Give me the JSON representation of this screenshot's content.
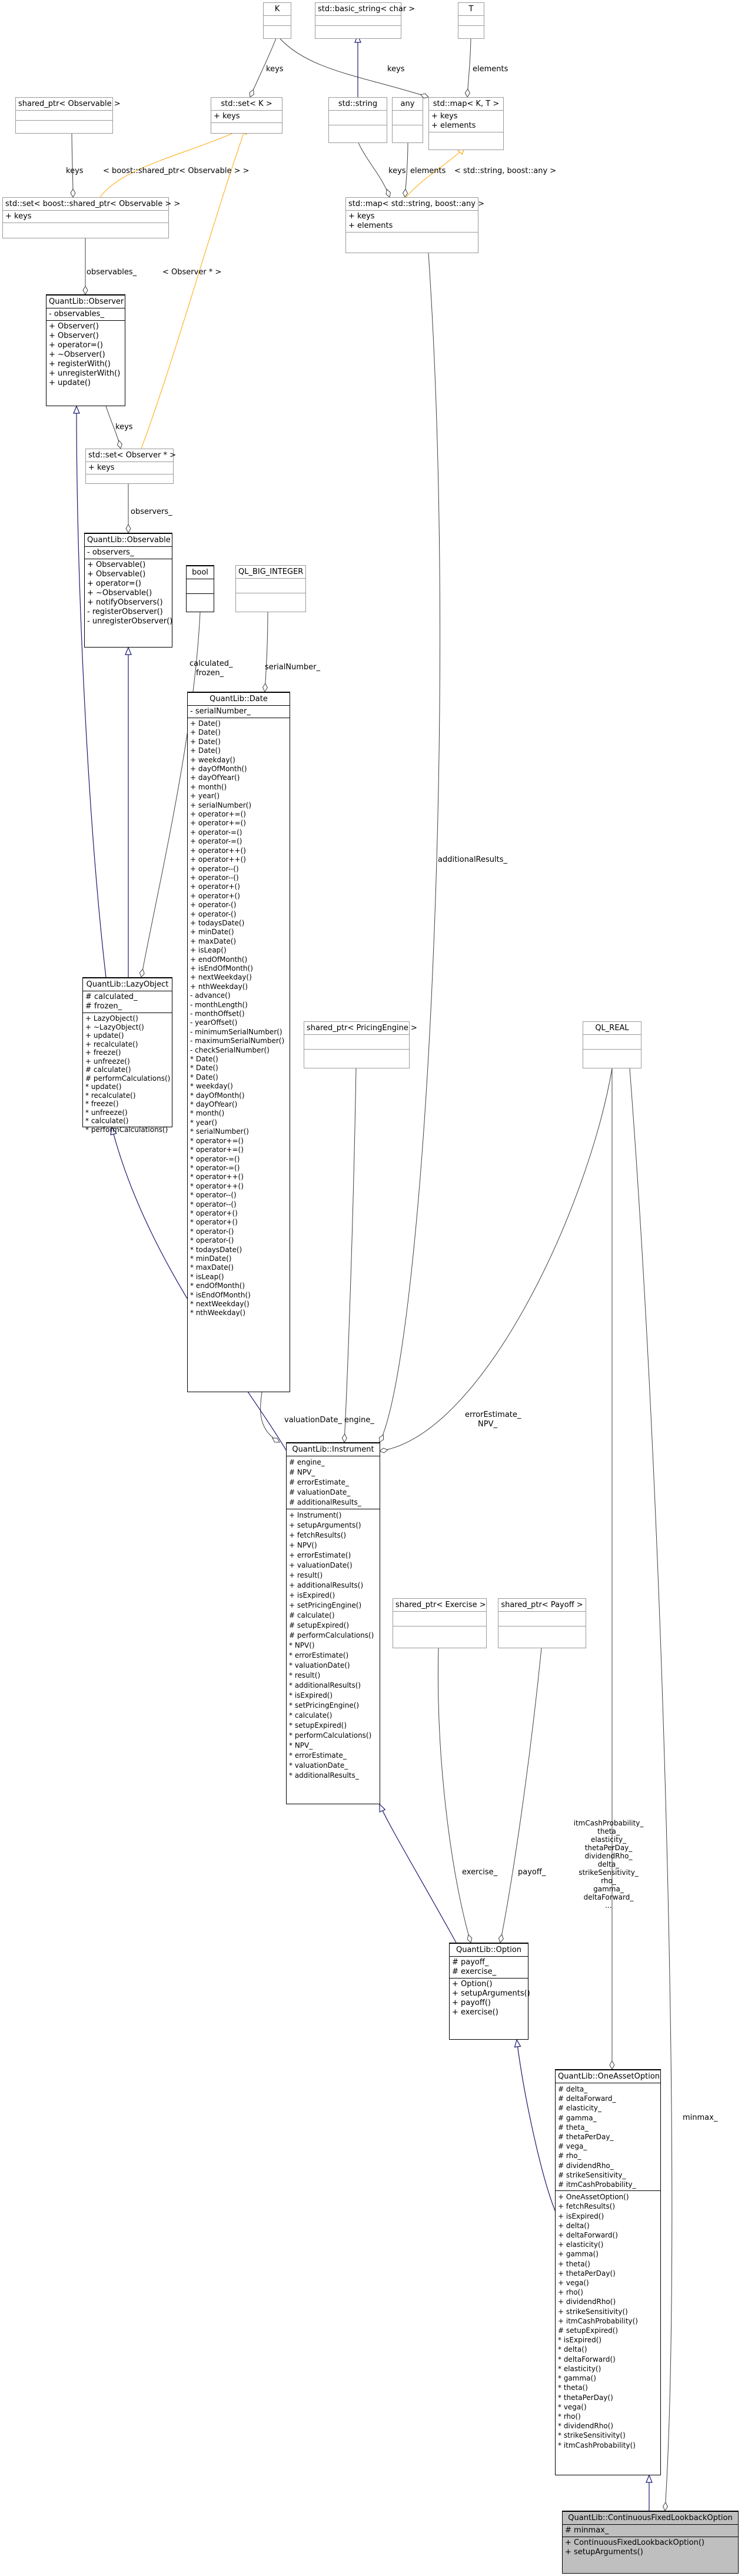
{
  "classes": {
    "K": {
      "title": "K",
      "attributes": [],
      "methods": []
    },
    "basic_string": {
      "title": "std::basic_string< char >",
      "attributes": [],
      "methods": []
    },
    "T": {
      "title": "T",
      "attributes": [],
      "methods": []
    },
    "shared_ptr_observable": {
      "title": "shared_ptr< Observable >",
      "attributes": [],
      "methods": []
    },
    "set_k": {
      "title": "std::set< K >",
      "attributes": [
        "+ keys"
      ],
      "methods": []
    },
    "std_string": {
      "title": "std::string",
      "attributes": [],
      "methods": []
    },
    "any": {
      "title": "any",
      "attributes": [],
      "methods": []
    },
    "map_k_t": {
      "title": "std::map< K, T >",
      "attributes": [
        "+ keys",
        "+ elements"
      ],
      "methods": []
    },
    "set_shared_observable": {
      "title": "std::set< boost::shared_ptr< Observable > >",
      "attributes": [
        "+ keys"
      ],
      "methods": []
    },
    "map_string_any": {
      "title": "std::map< std::string, boost::any >",
      "attributes": [
        "+ keys",
        "+ elements"
      ],
      "methods": []
    },
    "observer": {
      "title": "QuantLib::Observer",
      "attributes": [
        "- observables_"
      ],
      "methods": [
        "+ Observer()",
        "+ Observer()",
        "+ operator=()",
        "+ ~Observer()",
        "+ registerWith()",
        "+ unregisterWith()",
        "+ update()"
      ]
    },
    "set_observer_ptr": {
      "title": "std::set< Observer * >",
      "attributes": [
        "+ keys"
      ],
      "methods": []
    },
    "observable": {
      "title": "QuantLib::Observable",
      "attributes": [
        "- observers_"
      ],
      "methods": [
        "+ Observable()",
        "+ Observable()",
        "+ operator=()",
        "+ ~Observable()",
        "+ notifyObservers()",
        "- registerObserver()",
        "- unregisterObserver()"
      ]
    },
    "bool": {
      "title": "bool",
      "attributes": [],
      "methods": []
    },
    "ql_big_integer": {
      "title": "QL_BIG_INTEGER",
      "attributes": [],
      "methods": []
    },
    "date": {
      "title": "QuantLib::Date",
      "attributes": [
        "- serialNumber_"
      ],
      "methods": [
        "+ Date()",
        "+ Date()",
        "+ Date()",
        "+ Date()",
        "+ weekday()",
        "+ dayOfMonth()",
        "+ dayOfYear()",
        "+ month()",
        "+ year()",
        "+ serialNumber()",
        "+ operator+=()",
        "+ operator+=()",
        "+ operator-=()",
        "+ operator-=()",
        "+ operator++()",
        "+ operator++()",
        "+ operator--()",
        "+ operator--()",
        "+ operator+()",
        "+ operator+()",
        "+ operator-()",
        "+ operator-()",
        "+ todaysDate()",
        "+ minDate()",
        "+ maxDate()",
        "+ isLeap()",
        "+ endOfMonth()",
        "+ isEndOfMonth()",
        "+ nextWeekday()",
        "+ nthWeekday()",
        "- advance()",
        "- monthLength()",
        "- monthOffset()",
        "- yearOffset()",
        "- minimumSerialNumber()",
        "- maximumSerialNumber()",
        "- checkSerialNumber()",
        "* Date()",
        "* Date()",
        "* Date()",
        "* weekday()",
        "* dayOfMonth()",
        "* dayOfYear()",
        "* month()",
        "* year()",
        "* serialNumber()",
        "* operator+=()",
        "* operator+=()",
        "* operator-=()",
        "* operator-=()",
        "* operator++()",
        "* operator++()",
        "* operator--()",
        "* operator--()",
        "* operator+()",
        "* operator+()",
        "* operator-()",
        "* operator-()",
        "* todaysDate()",
        "* minDate()",
        "* maxDate()",
        "* isLeap()",
        "* endOfMonth()",
        "* isEndOfMonth()",
        "* nextWeekday()",
        "* nthWeekday()"
      ]
    },
    "lazy_object": {
      "title": "QuantLib::LazyObject",
      "attributes": [
        "# calculated_",
        "# frozen_"
      ],
      "methods": [
        "+ LazyObject()",
        "+ ~LazyObject()",
        "+ update()",
        "+ recalculate()",
        "+ freeze()",
        "+ unfreeze()",
        "# calculate()",
        "# performCalculations()",
        "* update()",
        "* recalculate()",
        "* freeze()",
        "* unfreeze()",
        "* calculate()",
        "* performCalculations()"
      ]
    },
    "shared_pricing_engine": {
      "title": "shared_ptr< PricingEngine >",
      "attributes": [],
      "methods": []
    },
    "ql_real": {
      "title": "QL_REAL",
      "attributes": [],
      "methods": []
    },
    "instrument": {
      "title": "QuantLib::Instrument",
      "attributes": [
        "# engine_",
        "# NPV_",
        "# errorEstimate_",
        "# valuationDate_",
        "# additionalResults_"
      ],
      "methods": [
        "+ Instrument()",
        "+ setupArguments()",
        "+ fetchResults()",
        "+ NPV()",
        "+ errorEstimate()",
        "+ valuationDate()",
        "+ result()",
        "+ additionalResults()",
        "+ isExpired()",
        "+ setPricingEngine()",
        "# calculate()",
        "# setupExpired()",
        "# performCalculations()",
        "* NPV()",
        "* errorEstimate()",
        "* valuationDate()",
        "* result()",
        "* additionalResults()",
        "* isExpired()",
        "* setPricingEngine()",
        "* calculate()",
        "* setupExpired()",
        "* performCalculations()",
        "* NPV_",
        "* errorEstimate_",
        "* valuationDate_",
        "* additionalResults_"
      ]
    },
    "shared_exercise": {
      "title": "shared_ptr< Exercise >",
      "attributes": [],
      "methods": []
    },
    "shared_payoff": {
      "title": "shared_ptr< Payoff >",
      "attributes": [],
      "methods": []
    },
    "option": {
      "title": "QuantLib::Option",
      "attributes": [
        "# payoff_",
        "# exercise_"
      ],
      "methods": [
        "+ Option()",
        "+ setupArguments()",
        "+ payoff()",
        "+ exercise()"
      ]
    },
    "one_asset_option": {
      "title": "QuantLib::OneAssetOption",
      "attributes": [
        "# delta_",
        "# deltaForward_",
        "# elasticity_",
        "# gamma_",
        "# theta_",
        "# thetaPerDay_",
        "# vega_",
        "# rho_",
        "# dividendRho_",
        "# strikeSensitivity_",
        "# itmCashProbability_"
      ],
      "methods": [
        "+ OneAssetOption()",
        "+ fetchResults()",
        "+ isExpired()",
        "+ delta()",
        "+ deltaForward()",
        "+ elasticity()",
        "+ gamma()",
        "+ theta()",
        "+ thetaPerDay()",
        "+ vega()",
        "+ rho()",
        "+ dividendRho()",
        "+ strikeSensitivity()",
        "+ itmCashProbability()",
        "# setupExpired()",
        "* isExpired()",
        "* delta()",
        "* deltaForward()",
        "* elasticity()",
        "* gamma()",
        "* theta()",
        "* thetaPerDay()",
        "* vega()",
        "* rho()",
        "* dividendRho()",
        "* strikeSensitivity()",
        "* itmCashProbability()"
      ]
    },
    "continuous_fixed_lookback": {
      "title": "QuantLib::ContinuousFixedLookbackOption",
      "attributes": [
        "# minmax_"
      ],
      "methods": [
        "+ ContinuousFixedLookbackOption()",
        "+ setupArguments()"
      ]
    }
  },
  "edge_labels": {
    "keys_k": "keys",
    "keys_kt": "keys",
    "elements_t": "elements",
    "keys_sharedobs": "keys",
    "shared_observable_template": "< boost::shared_ptr< Observable > >",
    "keys_str": "keys",
    "elements_any": "elements",
    "string_any_template": "< std::string, boost::any >",
    "observables": "observables_",
    "observer_ptr_template": "< Observer * >",
    "keys_obsptr": "keys",
    "observers": "observers_",
    "calculated_frozen": "calculated_\nfrozen_",
    "serial_number": "serialNumber_",
    "additional_results": "additionalResults_",
    "valuation_date": "valuationDate_",
    "engine": "engine_",
    "error_estimate_npv": "errorEstimate_\nNPV_",
    "exercise": "exercise_",
    "payoff": "payoff_",
    "greeks": "itmCashProbability_\ntheta_\nelasticity_\nthetaPerDay_\ndividendRho_\ndelta_\nstrikeSensitivity_\nrho_\ngamma_\ndeltaForward_\n...",
    "minmax": "minmax_"
  }
}
